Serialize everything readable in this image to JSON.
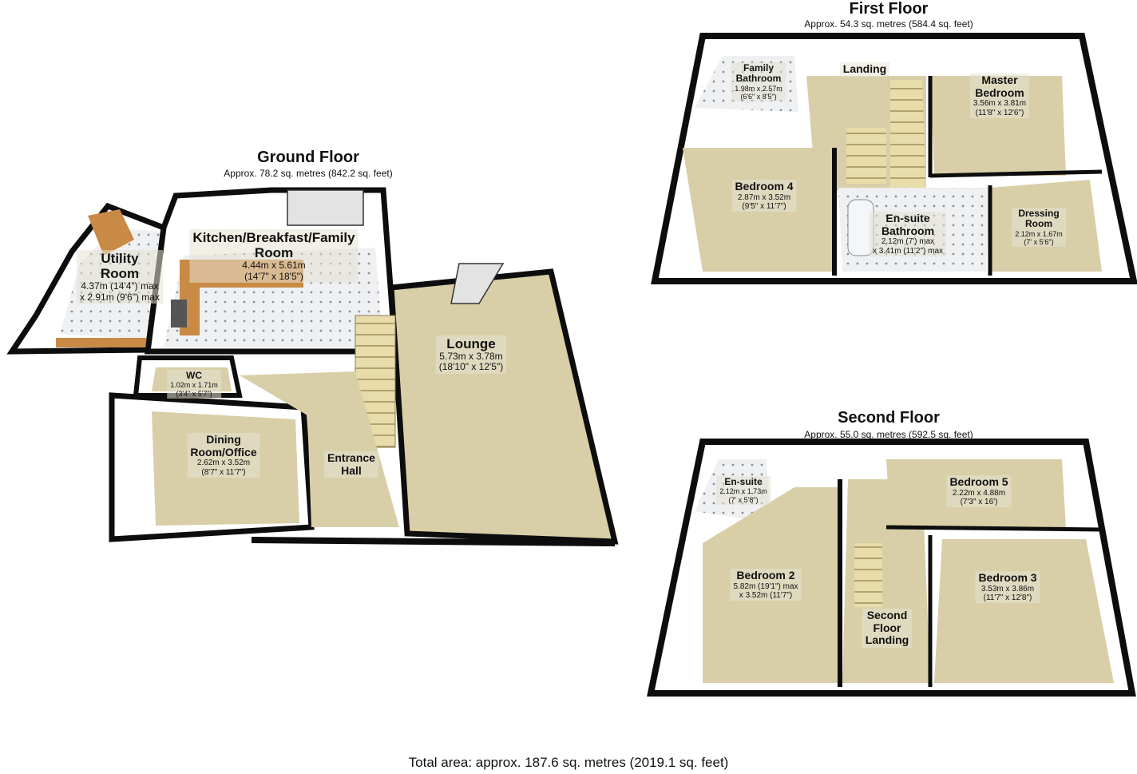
{
  "floors": {
    "ground": {
      "title": "Ground Floor",
      "area": "Approx. 78.2 sq. metres (842.2 sq. feet)",
      "rooms": {
        "utility": {
          "name": "Utility\nRoom",
          "dims": "4.37m (14'4\") max\nx 2.91m (9'6\") max"
        },
        "kitchen": {
          "name": "Kitchen/Breakfast/Family\nRoom",
          "dims": "4.44m x 5.61m\n(14'7\" x 18'5\")"
        },
        "lounge": {
          "name": "Lounge",
          "dims": "5.73m x 3.78m\n(18'10\" x 12'5\")"
        },
        "wc": {
          "name": "WC",
          "dims": "1.02m x 1.71m\n(3'4\" x 5'7\")"
        },
        "dining": {
          "name": "Dining\nRoom/Office",
          "dims": "2.62m x 3.52m\n(8'7\" x 11'7\")"
        },
        "hall": {
          "name": "Entrance\nHall",
          "dims": ""
        }
      }
    },
    "first": {
      "title": "First Floor",
      "area": "Approx. 54.3 sq. metres (584.4 sq. feet)",
      "rooms": {
        "bathroom": {
          "name": "Family\nBathroom",
          "dims": "1.98m x 2.57m\n(6'6\" x 8'5\")"
        },
        "landing": {
          "name": "Landing",
          "dims": ""
        },
        "master": {
          "name": "Master\nBedroom",
          "dims": "3.56m x 3.81m\n(11'8\" x 12'6\")"
        },
        "bed4": {
          "name": "Bedroom 4",
          "dims": "2.87m x 3.52m\n(9'5\" x 11'7\")"
        },
        "ensuite": {
          "name": "En-suite\nBathroom",
          "dims": "2.12m (7') max\nx 3.41m (11'2\") max"
        },
        "dressing": {
          "name": "Dressing\nRoom",
          "dims": "2.12m x 1.67m\n(7' x 5'6\")"
        }
      }
    },
    "second": {
      "title": "Second Floor",
      "area": "Approx. 55.0 sq. metres (592.5 sq. feet)",
      "rooms": {
        "ensuite": {
          "name": "En-suite",
          "dims": "2.12m x 1.73m\n(7' x 5'8\")"
        },
        "bed5": {
          "name": "Bedroom 5",
          "dims": "2.22m x 4.88m\n(7'3\" x 16')"
        },
        "bed2": {
          "name": "Bedroom 2",
          "dims": "5.82m (19'1\") max\nx 3.52m (11'7\")"
        },
        "bed3": {
          "name": "Bedroom 3",
          "dims": "3.53m x 3.86m\n(11'7\" x 12'8\")"
        },
        "landing": {
          "name": "Second\nFloor\nLanding",
          "dims": ""
        }
      }
    }
  },
  "total_area": "Total area: approx. 187.6 sq. metres (2019.1 sq. feet)",
  "colors": {
    "carpet": "#d8cfa8",
    "tile": "#e9ecef",
    "wall": "#0d0d0d",
    "wood": "#c98a45",
    "stairs": "#e5d9a8"
  }
}
